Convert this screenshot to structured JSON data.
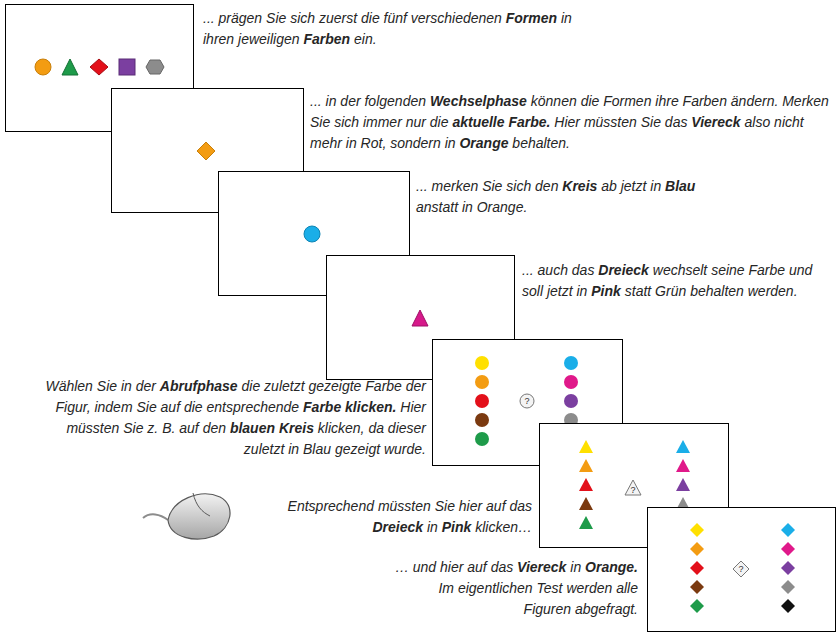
{
  "diagram": {
    "labels": [
      "... prägen Sie sich zuerst die fünf verschiedenen Formen in ihren jeweiligen Farben ein.",
      "... in der folgenden Wechselphase können die Formen ihre Farben ändern. Merken Sie sich immer nur die aktuelle Farbe. Hier müssten Sie das Viereck also nicht mehr in Rot, sondern in Orange behalten.",
      "... merken Sie sich den Kreis ab jetzt in Blau anstatt in Orange.",
      "... auch das Dreieck wechselt seine Farbe und soll jetzt in Pink statt Grün behalten werden.",
      "Wählen Sie in der Abrufphase die zuletzt gezeigte Farbe der Figur, indem Sie auf die entsprechende Farbe klicken. Hier müssten Sie z. B. auf den blauen Kreis klicken, da dieser zuletzt in Blau gezeigt wurde.",
      "Entsprechend müssten Sie hier auf das Dreieck in Pink klicken…",
      "… und hier auf das Viereck in Orange. Im eigentlichen Test werden alle Figuren abgefragt.",
      "?",
      "?",
      "?"
    ]
  }
}
